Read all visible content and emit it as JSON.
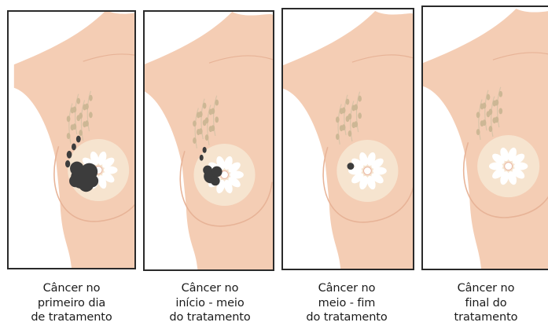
{
  "stages": [
    {
      "caption": [
        "Câncer no",
        "primeiro dia",
        "de tratamento"
      ],
      "tumor": "large"
    },
    {
      "caption": [
        "Câncer no",
        "início - meio",
        "do tratamento"
      ],
      "tumor": "medium"
    },
    {
      "caption": [
        "Câncer no",
        "meio - fim",
        "do tratamento"
      ],
      "tumor": "small"
    },
    {
      "caption": [
        "Câncer no",
        "final do",
        "tratamento"
      ],
      "tumor": "none"
    }
  ],
  "colors": {
    "skin": "#f4cdb4",
    "skin_line": "#e7b397",
    "areola": "#f6e4cf",
    "petal": "#ffffff",
    "duct": "#d9c4a8",
    "duct_bud": "#cdb795",
    "tumor": "#3c3c3c",
    "border": "#2a2a2a",
    "text": "#1b1b1b"
  }
}
